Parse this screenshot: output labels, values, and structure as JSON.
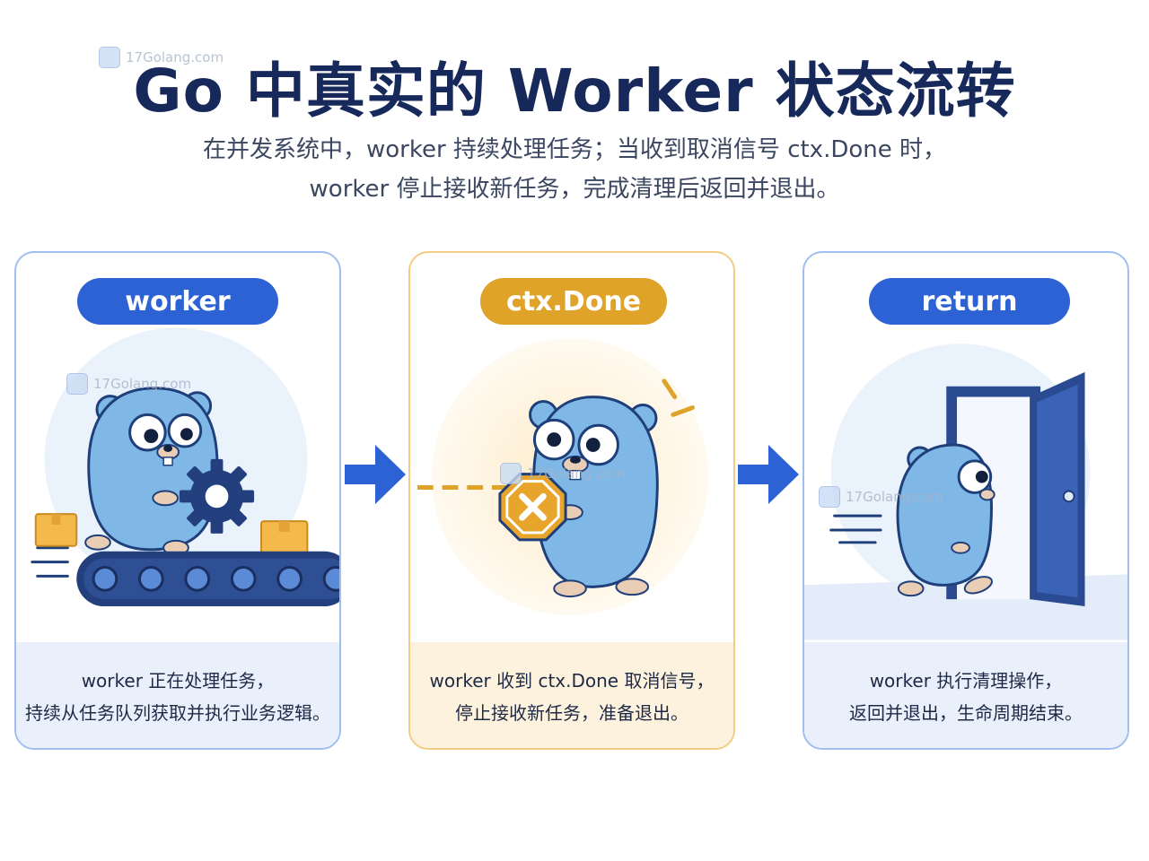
{
  "title": "Go 中真实的 Worker 状态流转",
  "subtitle": {
    "line1": "在并发系统中，worker 持续处理任务；当收到取消信号 ctx.Done 时，",
    "line2": "worker 停止接收新任务，完成清理后返回并退出。"
  },
  "watermark": "17Golang.com",
  "colors": {
    "title": "#16295a",
    "primary_blue": "#2c62d3",
    "gold": "#e0a32a",
    "gopher": "#7fb8e6"
  },
  "panels": [
    {
      "label": "worker",
      "theme": "blue",
      "caption": [
        "worker 正在处理任务，",
        "持续从任务队列获取并执行业务逻辑。"
      ],
      "illustration": "gopher-conveyor-gear"
    },
    {
      "label": "ctx.Done",
      "theme": "gold",
      "caption": [
        "worker 收到 ctx.Done 取消信号，",
        "停止接收新任务，准备退出。"
      ],
      "illustration": "gopher-stop-sign"
    },
    {
      "label": "return",
      "theme": "blue",
      "caption": [
        "worker 执行清理操作，",
        "返回并退出，生命周期结束。"
      ],
      "illustration": "gopher-exit-door"
    }
  ],
  "arrows": [
    "arrow-right-icon",
    "arrow-right-icon"
  ]
}
